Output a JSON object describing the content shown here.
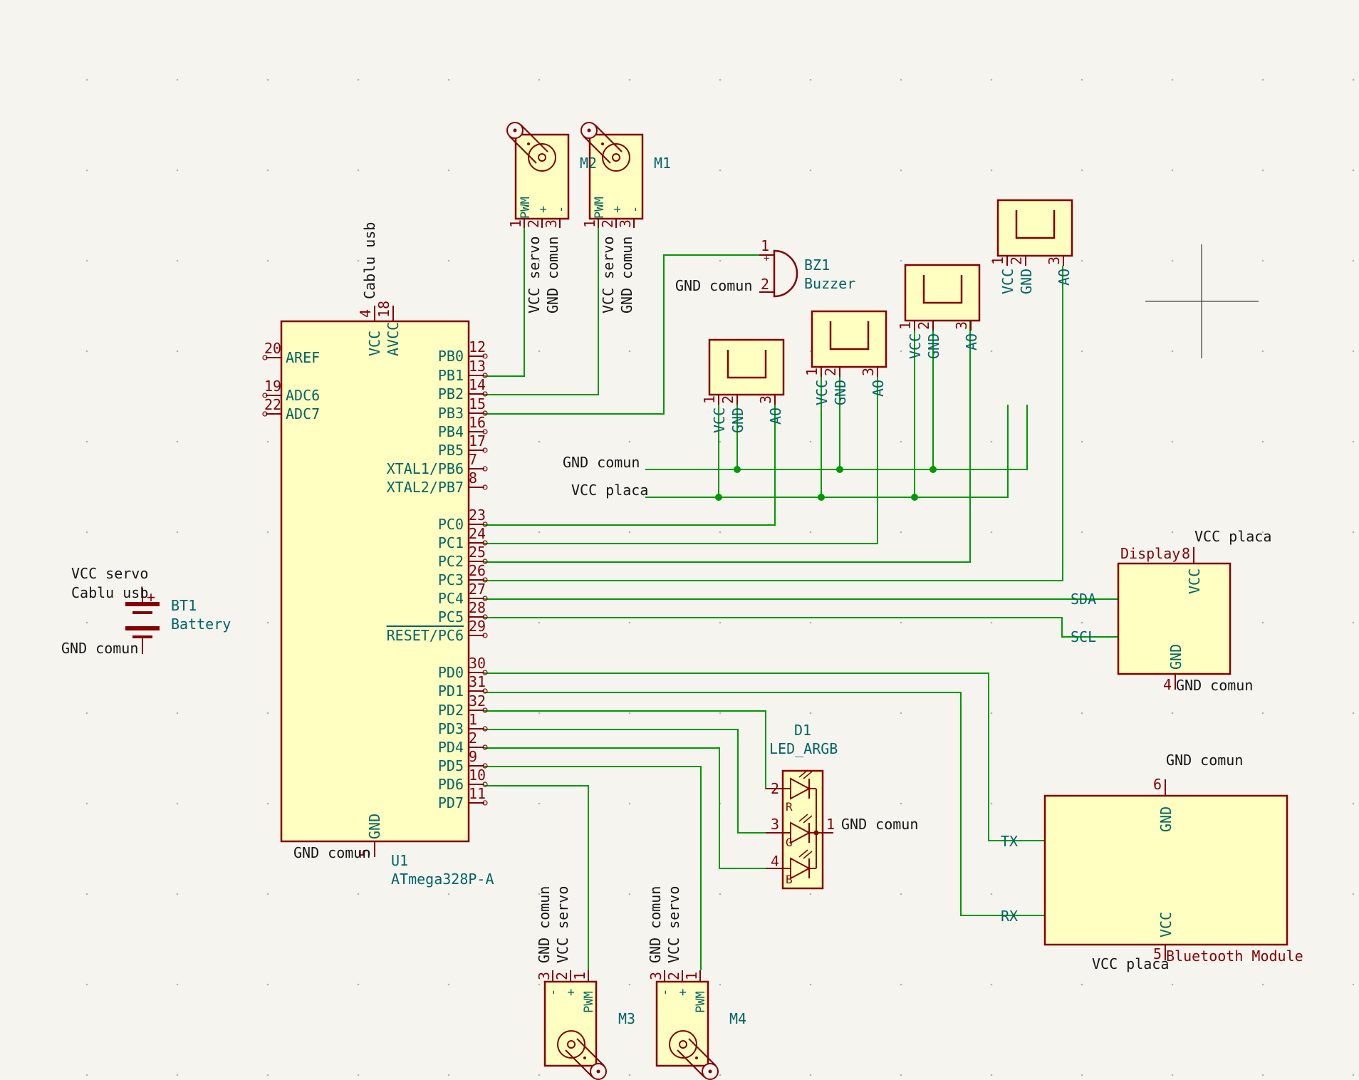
{
  "mcu": {
    "ref": "U1",
    "value": "ATmega328P-A",
    "top_pins": [
      {
        "num": "4",
        "name": "VCC"
      },
      {
        "num": "18",
        "name": "AVCC"
      }
    ],
    "bottom_pin": {
      "num": "5",
      "name": "GND"
    },
    "left_pins": [
      {
        "num": "20",
        "name": "AREF"
      },
      {
        "num": "19",
        "name": "ADC6"
      },
      {
        "num": "22",
        "name": "ADC7"
      }
    ],
    "right_pins": [
      {
        "num": "12",
        "name": "PB0"
      },
      {
        "num": "13",
        "name": "PB1"
      },
      {
        "num": "14",
        "name": "PB2"
      },
      {
        "num": "15",
        "name": "PB3"
      },
      {
        "num": "16",
        "name": "PB4"
      },
      {
        "num": "17",
        "name": "PB5"
      },
      {
        "num": "7",
        "name": "XTAL1/PB6"
      },
      {
        "num": "8",
        "name": "XTAL2/PB7"
      },
      {
        "num": "23",
        "name": "PC0"
      },
      {
        "num": "24",
        "name": "PC1"
      },
      {
        "num": "25",
        "name": "PC2"
      },
      {
        "num": "26",
        "name": "PC3"
      },
      {
        "num": "27",
        "name": "PC4"
      },
      {
        "num": "28",
        "name": "PC5"
      },
      {
        "num": "29",
        "name": "RESET/PC6"
      },
      {
        "num": "30",
        "name": "PD0"
      },
      {
        "num": "31",
        "name": "PD1"
      },
      {
        "num": "32",
        "name": "PD2"
      },
      {
        "num": "1",
        "name": "PD3"
      },
      {
        "num": "2",
        "name": "PD4"
      },
      {
        "num": "9",
        "name": "PD5"
      },
      {
        "num": "10",
        "name": "PD6"
      },
      {
        "num": "11",
        "name": "PD7"
      }
    ]
  },
  "net_labels": {
    "cablu_usb": "Cablu usb",
    "gnd_comun": "GND comun",
    "vcc_placa": "VCC placa",
    "vcc_servo": "VCC servo"
  },
  "servos": [
    {
      "ref": "M2",
      "pin_names": [
        "PWM",
        "+",
        "-"
      ],
      "pin_nums": [
        "1",
        "2",
        "3"
      ]
    },
    {
      "ref": "M1",
      "pin_names": [
        "PWM",
        "+",
        "-"
      ],
      "pin_nums": [
        "1",
        "2",
        "3"
      ]
    },
    {
      "ref": "M3",
      "pin_names": [
        "PWM",
        "+",
        "-"
      ],
      "pin_nums": [
        "1",
        "2",
        "3"
      ]
    },
    {
      "ref": "M4",
      "pin_names": [
        "PWM",
        "+",
        "-"
      ],
      "pin_nums": [
        "1",
        "2",
        "3"
      ]
    }
  ],
  "buzzer": {
    "ref": "BZ1",
    "value": "Buzzer",
    "pin_nums": [
      "1",
      "2"
    ],
    "polarity": "+"
  },
  "sensors": [
    {
      "pin_nums": [
        "1",
        "2",
        "3"
      ],
      "pin_names": [
        "VCC",
        "GND",
        "AO"
      ]
    },
    {
      "pin_nums": [
        "1",
        "2",
        "3"
      ],
      "pin_names": [
        "VCC",
        "GND",
        "AO"
      ]
    },
    {
      "pin_nums": [
        "1",
        "2",
        "3"
      ],
      "pin_names": [
        "VCC",
        "GND",
        "AO"
      ]
    },
    {
      "pin_nums": [
        "1",
        "2",
        "3"
      ],
      "pin_names": [
        "VCC",
        "GND",
        "AO"
      ]
    }
  ],
  "battery": {
    "ref": "BT1",
    "value": "Battery",
    "polarity": "+"
  },
  "display": {
    "label": "Display",
    "pins": [
      {
        "num": "8",
        "name": "VCC"
      },
      {
        "num": "4",
        "name": "GND"
      },
      {
        "name": "SDA"
      },
      {
        "name": "SCL"
      }
    ]
  },
  "led": {
    "ref": "D1",
    "value": "LED_ARGB",
    "pins": [
      {
        "num": "2",
        "name": "R"
      },
      {
        "num": "3",
        "name": "G"
      },
      {
        "num": "4",
        "name": "B"
      },
      {
        "num": "1"
      }
    ]
  },
  "bluetooth": {
    "label": "Bluetooth Module",
    "pins": [
      {
        "num": "6",
        "name": "GND"
      },
      {
        "num": "5",
        "name": "VCC"
      },
      {
        "name": "TX"
      },
      {
        "name": "RX"
      }
    ]
  },
  "colors": {
    "background": "#f5f4ef",
    "wire": "#009900",
    "component_body": "#ffffc2",
    "component_outline": "#840000",
    "label_text": "#006464"
  }
}
